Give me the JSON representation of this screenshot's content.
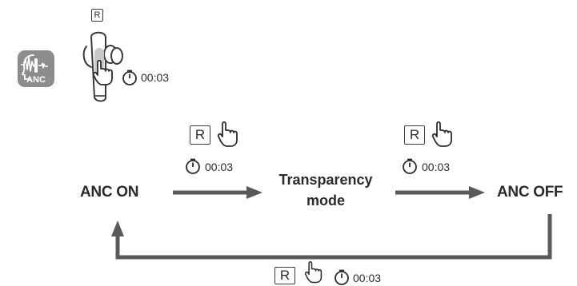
{
  "earbud_panel": {
    "side_label": "R",
    "icon_label": "ANC",
    "timer": "00:03"
  },
  "states": {
    "anc_on": "ANC ON",
    "transparency_line1": "Transparency",
    "transparency_line2": "mode",
    "anc_off": "ANC OFF"
  },
  "transitions": [
    {
      "side_label": "R",
      "timer": "00:03"
    },
    {
      "side_label": "R",
      "timer": "00:03"
    },
    {
      "side_label": "R",
      "timer": "00:03"
    }
  ],
  "colors": {
    "arrow": "#5a5a5a",
    "anc_icon_bg": "#8d8d8d",
    "text": "#2b2b2b"
  },
  "icons": [
    "anc-icon",
    "earbud-icon",
    "tap-hand-icon",
    "stopwatch-icon"
  ]
}
